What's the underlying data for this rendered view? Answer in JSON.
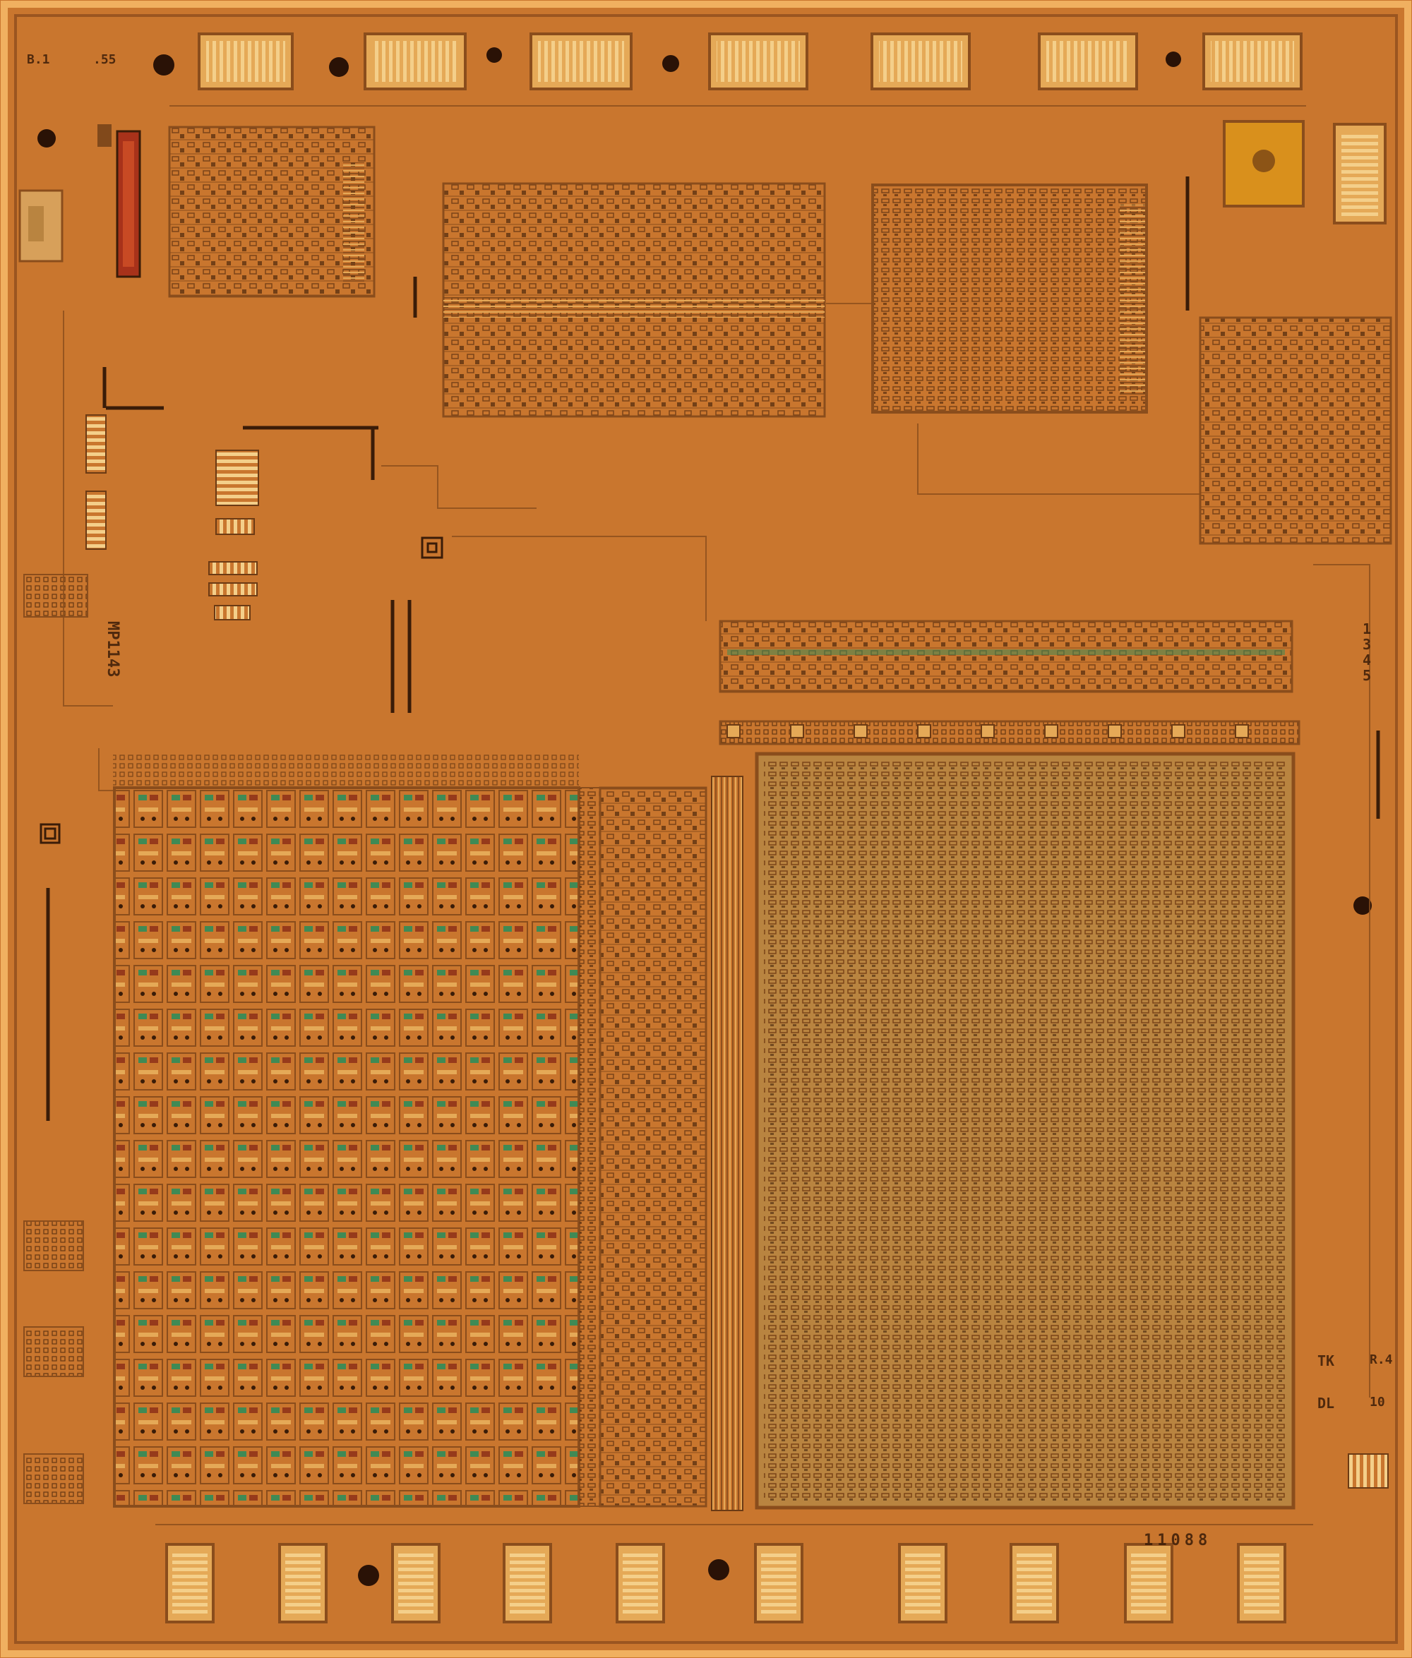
{
  "image": {
    "subject": "microscope photograph of an integrated circuit die",
    "palette": {
      "substrate": "#c9762e",
      "substrate_dark": "#b4662a",
      "region": "#b98440",
      "trace": "#8a4d1c",
      "contact": "#3a1c08",
      "pad_fill": "#e5a957",
      "pad_stripe": "#f4cf8a",
      "cell_accent_green": "#3f8a55",
      "cell_accent_red": "#8a2a16",
      "hot_strip": "#a8321a"
    }
  },
  "markings": {
    "top_left_a": "B.1",
    "top_left_b": ".55",
    "part_number": "MP1143",
    "right_code": "1 3 4 5",
    "bottom_right_a": "TK",
    "bottom_right_b": "R.4",
    "bottom_right_c": "DL",
    "bottom_right_d": "10",
    "bottom_code": "11088"
  }
}
